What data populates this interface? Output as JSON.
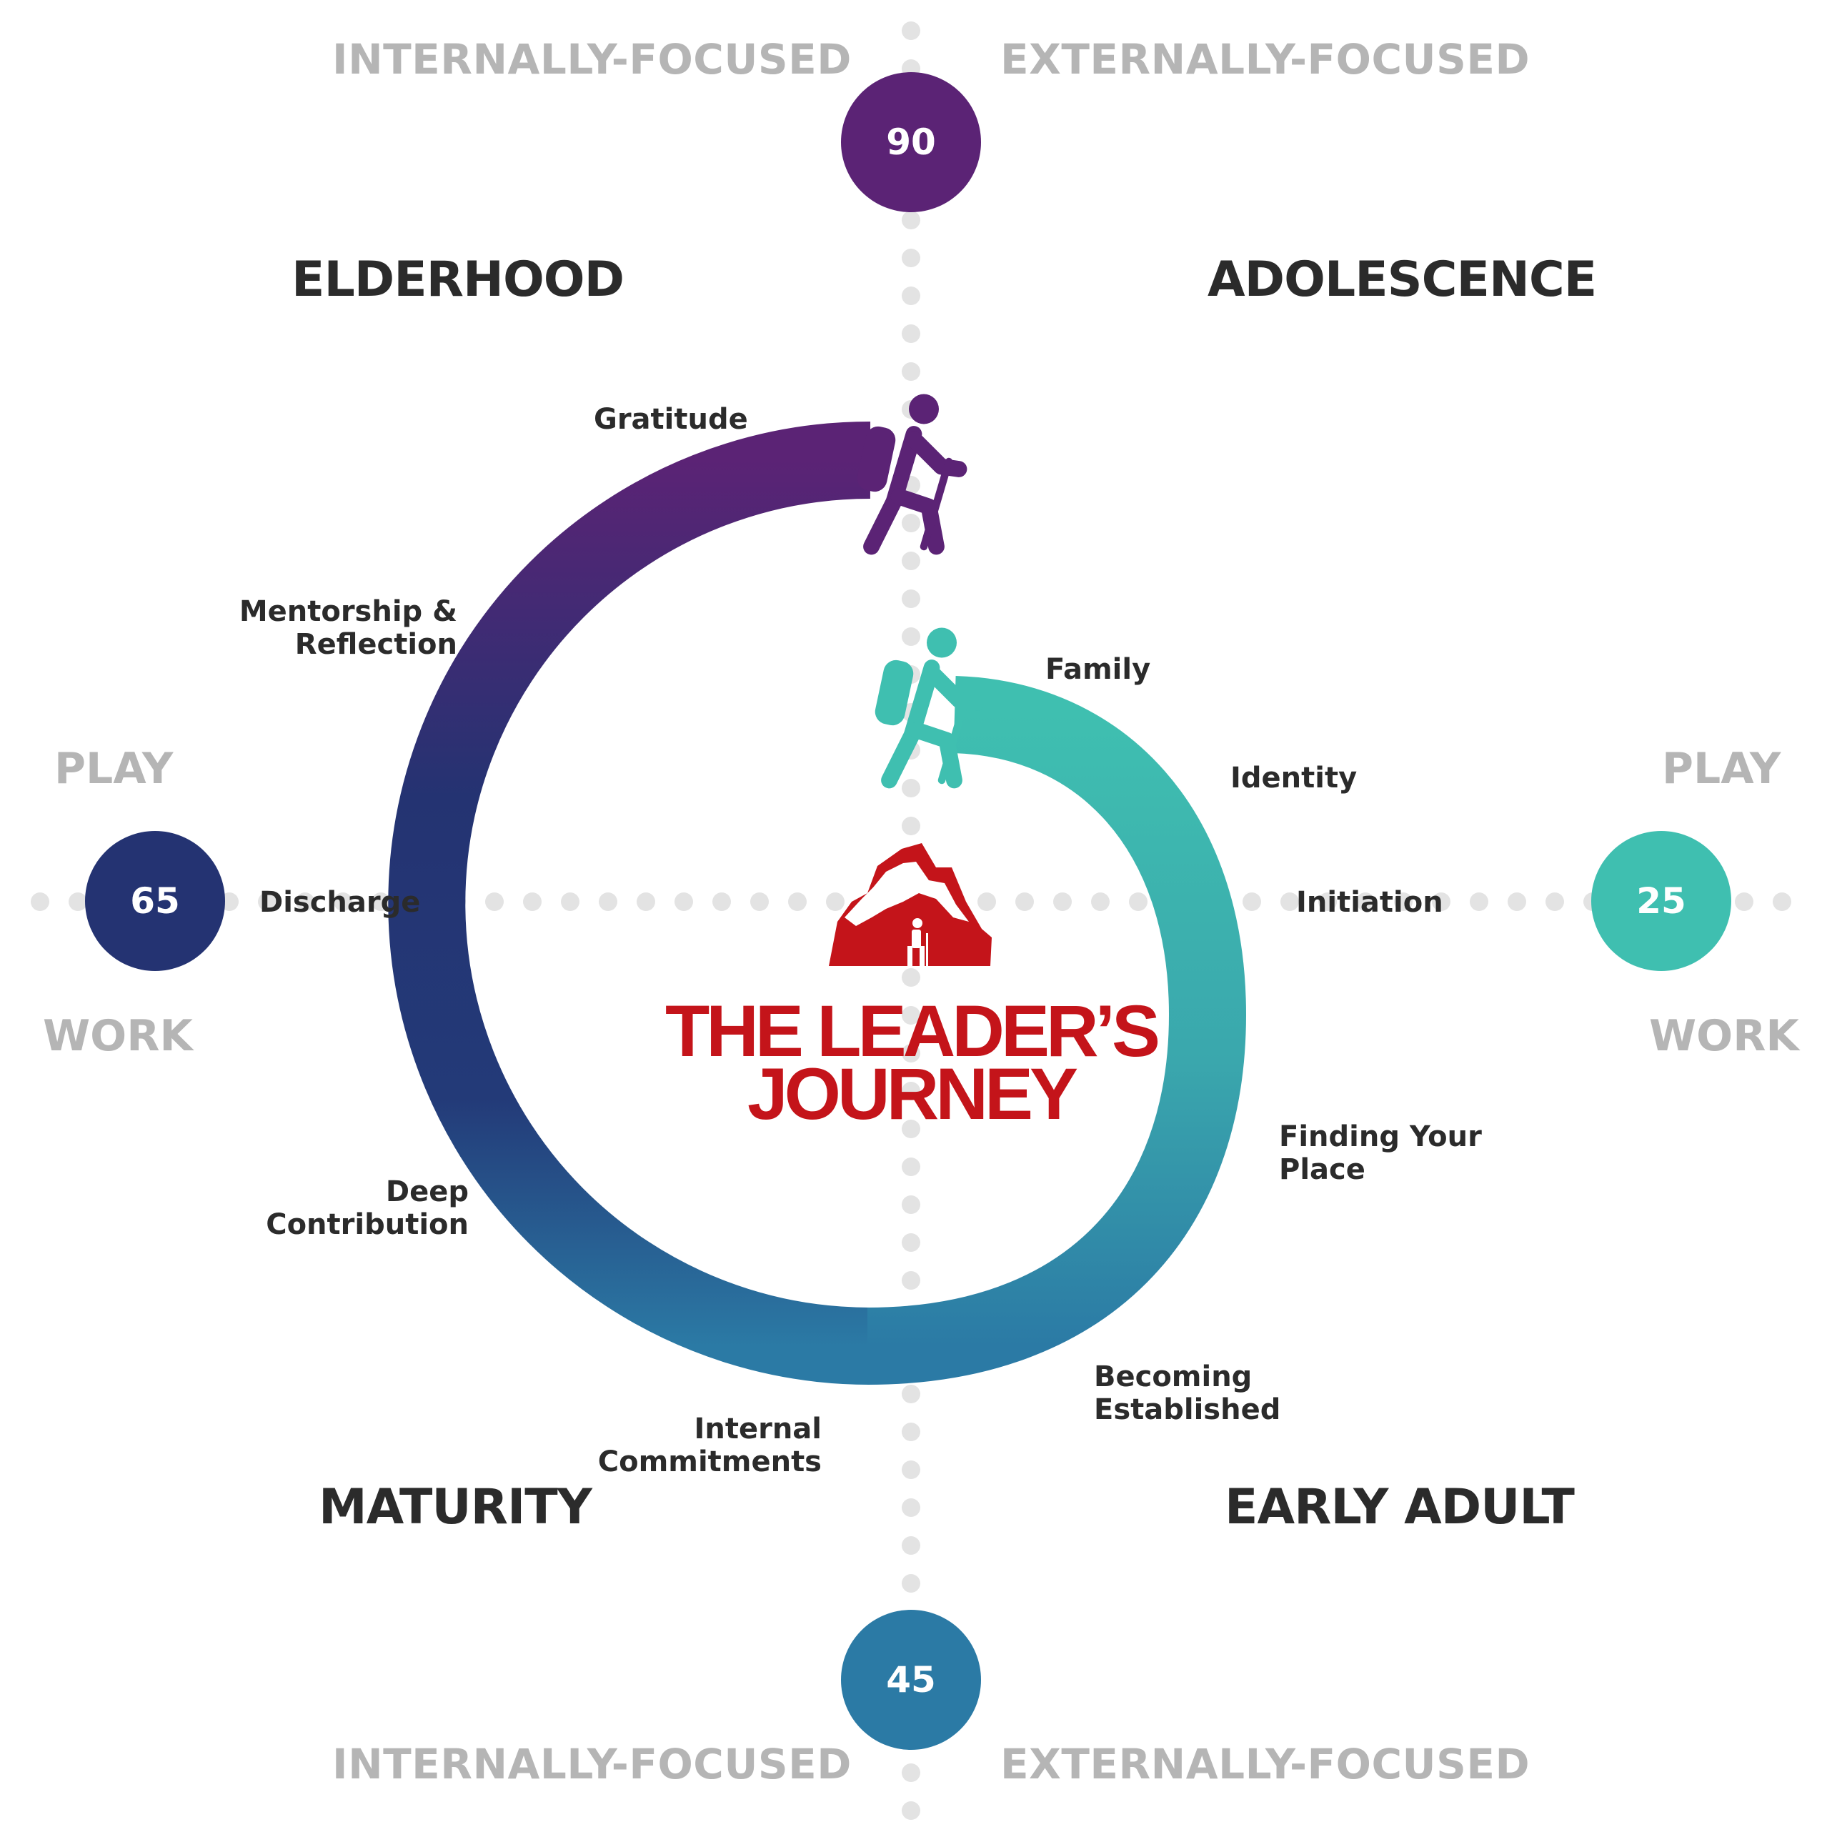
{
  "axes": {
    "top_left": "INTERNALLY-FOCUSED",
    "top_right": "EXTERNALLY-FOCUSED",
    "bottom_left": "INTERNALLY-FOCUSED",
    "bottom_right": "EXTERNALLY-FOCUSED",
    "left_play": "PLAY",
    "left_work": "WORK",
    "right_play": "PLAY",
    "right_work": "WORK"
  },
  "ages": {
    "top": "90",
    "left": "65",
    "right": "25",
    "bottom": "45"
  },
  "stages": {
    "elderhood": "ELDERHOOD",
    "adolescence": "ADOLESCENCE",
    "maturity": "MATURITY",
    "early_adult": "EARLY ADULT"
  },
  "phases": {
    "gratitude": "Gratitude",
    "mentorship": [
      "Mentorship &",
      "Reflection"
    ],
    "discharge": "Discharge",
    "deep_contribution": [
      "Deep",
      "Contribution"
    ],
    "internal_commitments": [
      "Internal",
      "Commitments"
    ],
    "becoming_established": [
      "Becoming",
      "Established"
    ],
    "finding_place": [
      "Finding Your",
      "Place"
    ],
    "initiation": "Initiation",
    "identity": "Identity",
    "family": "Family"
  },
  "logo": {
    "line1": "THE LEADER’S",
    "line2": "JOURNEY"
  },
  "colors": {
    "purple": "#5b2375",
    "navy": "#243372",
    "blue": "#2b7aa5",
    "teal": "#3fbfb0",
    "red": "#c4141a",
    "dots": "#e3e3e3"
  }
}
